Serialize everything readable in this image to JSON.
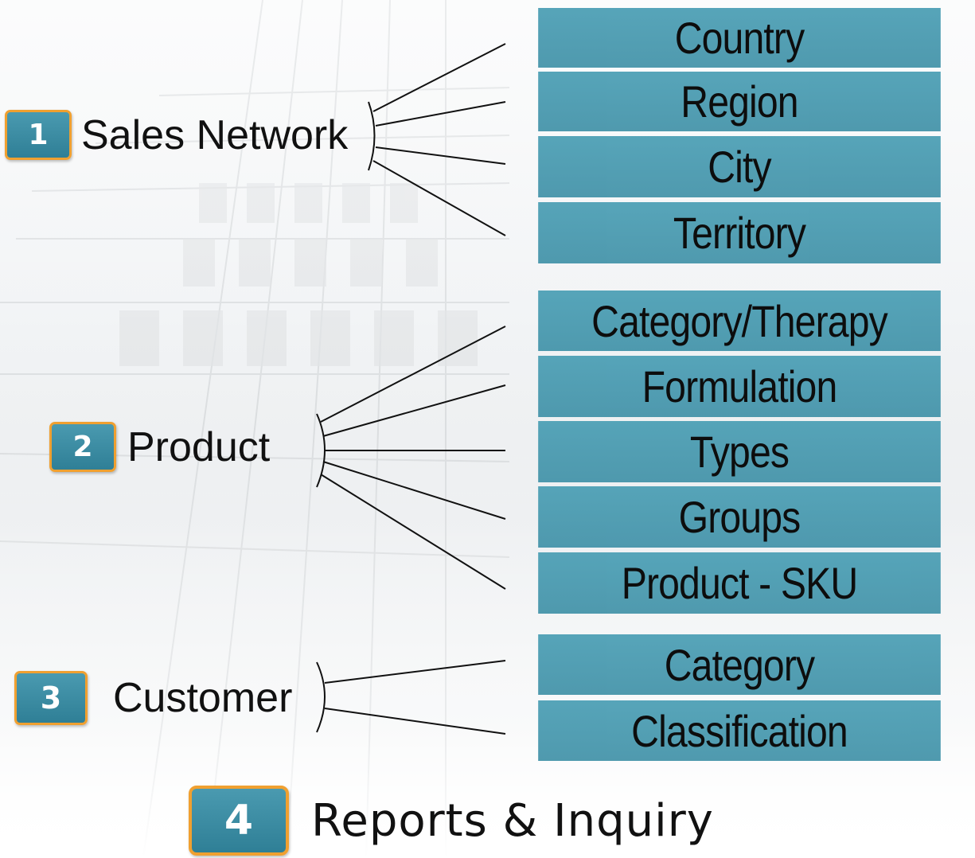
{
  "groups": [
    {
      "number": "1",
      "label": "Sales Network",
      "items": [
        "Country",
        "Region",
        "City",
        "Territory"
      ]
    },
    {
      "number": "2",
      "label": "Product",
      "items": [
        "Category/Therapy",
        "Formulation",
        "Types",
        "Groups",
        "Product - SKU"
      ]
    },
    {
      "number": "3",
      "label": "Customer",
      "items": [
        "Category",
        "Classification"
      ]
    }
  ],
  "footer": {
    "number": "4",
    "label": "Reports & Inquiry"
  },
  "colors": {
    "box_fill": "#4a9eb4",
    "badge_fill": "#3a8aa2",
    "badge_border": "#f0a030",
    "connector": "#111111"
  }
}
